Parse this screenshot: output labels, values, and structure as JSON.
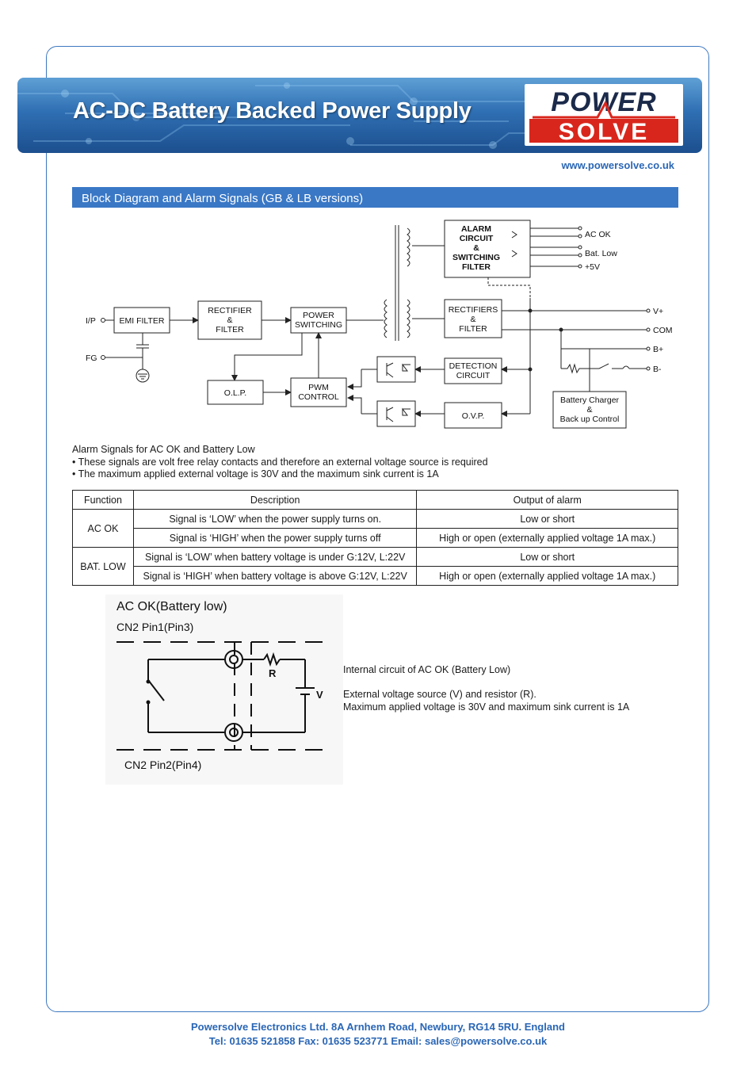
{
  "header": {
    "title": "AC-DC Battery Backed Power Supply",
    "logo_top": "POWER",
    "logo_bottom": "SOLVE",
    "website": "www.powersolve.co.uk"
  },
  "section": {
    "title": "Block Diagram and Alarm Signals (GB & LB versions)"
  },
  "block_diagram": {
    "ip": "I/P",
    "fg": "FG",
    "emi": "EMI FILTER",
    "rect1": [
      "RECTIFIER",
      "&",
      "FILTER"
    ],
    "power_sw": [
      "POWER",
      "SWITCHING"
    ],
    "olp": "O.L.P.",
    "pwm": [
      "PWM",
      "CONTROL"
    ],
    "alarm": [
      "ALARM",
      "CIRCUIT",
      "&",
      "SWITCHING",
      "FILTER"
    ],
    "rect2": [
      "RECTIFIERS",
      "&",
      "FILTER"
    ],
    "detect": [
      "DETECTION",
      "CIRCUIT"
    ],
    "ovp": "O.V.P.",
    "charger": [
      "Battery Charger",
      "&",
      "Back up Control"
    ],
    "out_ac_ok": "AC OK",
    "out_bat_low": "Bat. Low",
    "out_5v": "+5V",
    "out_vplus": "V+",
    "out_com": "COM",
    "out_bplus": "B+",
    "out_bminus": "B-"
  },
  "alarm_info": {
    "heading": "Alarm Signals for AC OK and Battery Low",
    "bullet1": "• These signals are volt free relay contacts and therefore an external voltage source is required",
    "bullet2": "• The maximum applied external voltage is 30V and the maximum sink current is 1A"
  },
  "table": {
    "headers": [
      "Function",
      "Description",
      "Output of alarm"
    ],
    "groups": [
      {
        "function": "AC OK",
        "rows": [
          {
            "description": "Signal is ‘LOW’ when the power supply turns on.",
            "output": "Low or short"
          },
          {
            "description": "Signal is ‘HIGH’ when the power supply turns off",
            "output": "High or open (externally applied voltage 1A max.)"
          }
        ]
      },
      {
        "function": "BAT. LOW",
        "rows": [
          {
            "description": "Signal is ‘LOW’ when battery voltage is under G:12V, L:22V",
            "output": "Low or short"
          },
          {
            "description": "Signal is ‘HIGH’ when battery voltage is above G:12V, L:22V",
            "output": "High or open (externally applied voltage 1A max.)"
          }
        ]
      }
    ]
  },
  "circuit": {
    "title": "AC OK(Battery low)",
    "pin_top": "CN2 Pin1(Pin3)",
    "pin_bottom": "CN2 Pin2(Pin4)",
    "r_label": "R",
    "v_label": "V",
    "note1": "Internal circuit of AC OK (Battery Low)",
    "note2": "External voltage source (V) and resistor (R).",
    "note3": "Maximum applied voltage is 30V and maximum sink current is 1A"
  },
  "footer": {
    "line1": "Powersolve Electronics Ltd.  8A Arnhem Road,  Newbury, RG14 5RU.  England",
    "line2": "Tel: 01635 521858  Fax: 01635 523771  Email: sales@powersolve.co.uk"
  },
  "colors": {
    "brand_blue": "#2a66b5",
    "bar_blue": "#3a78c6",
    "logo_red": "#d9261c"
  }
}
